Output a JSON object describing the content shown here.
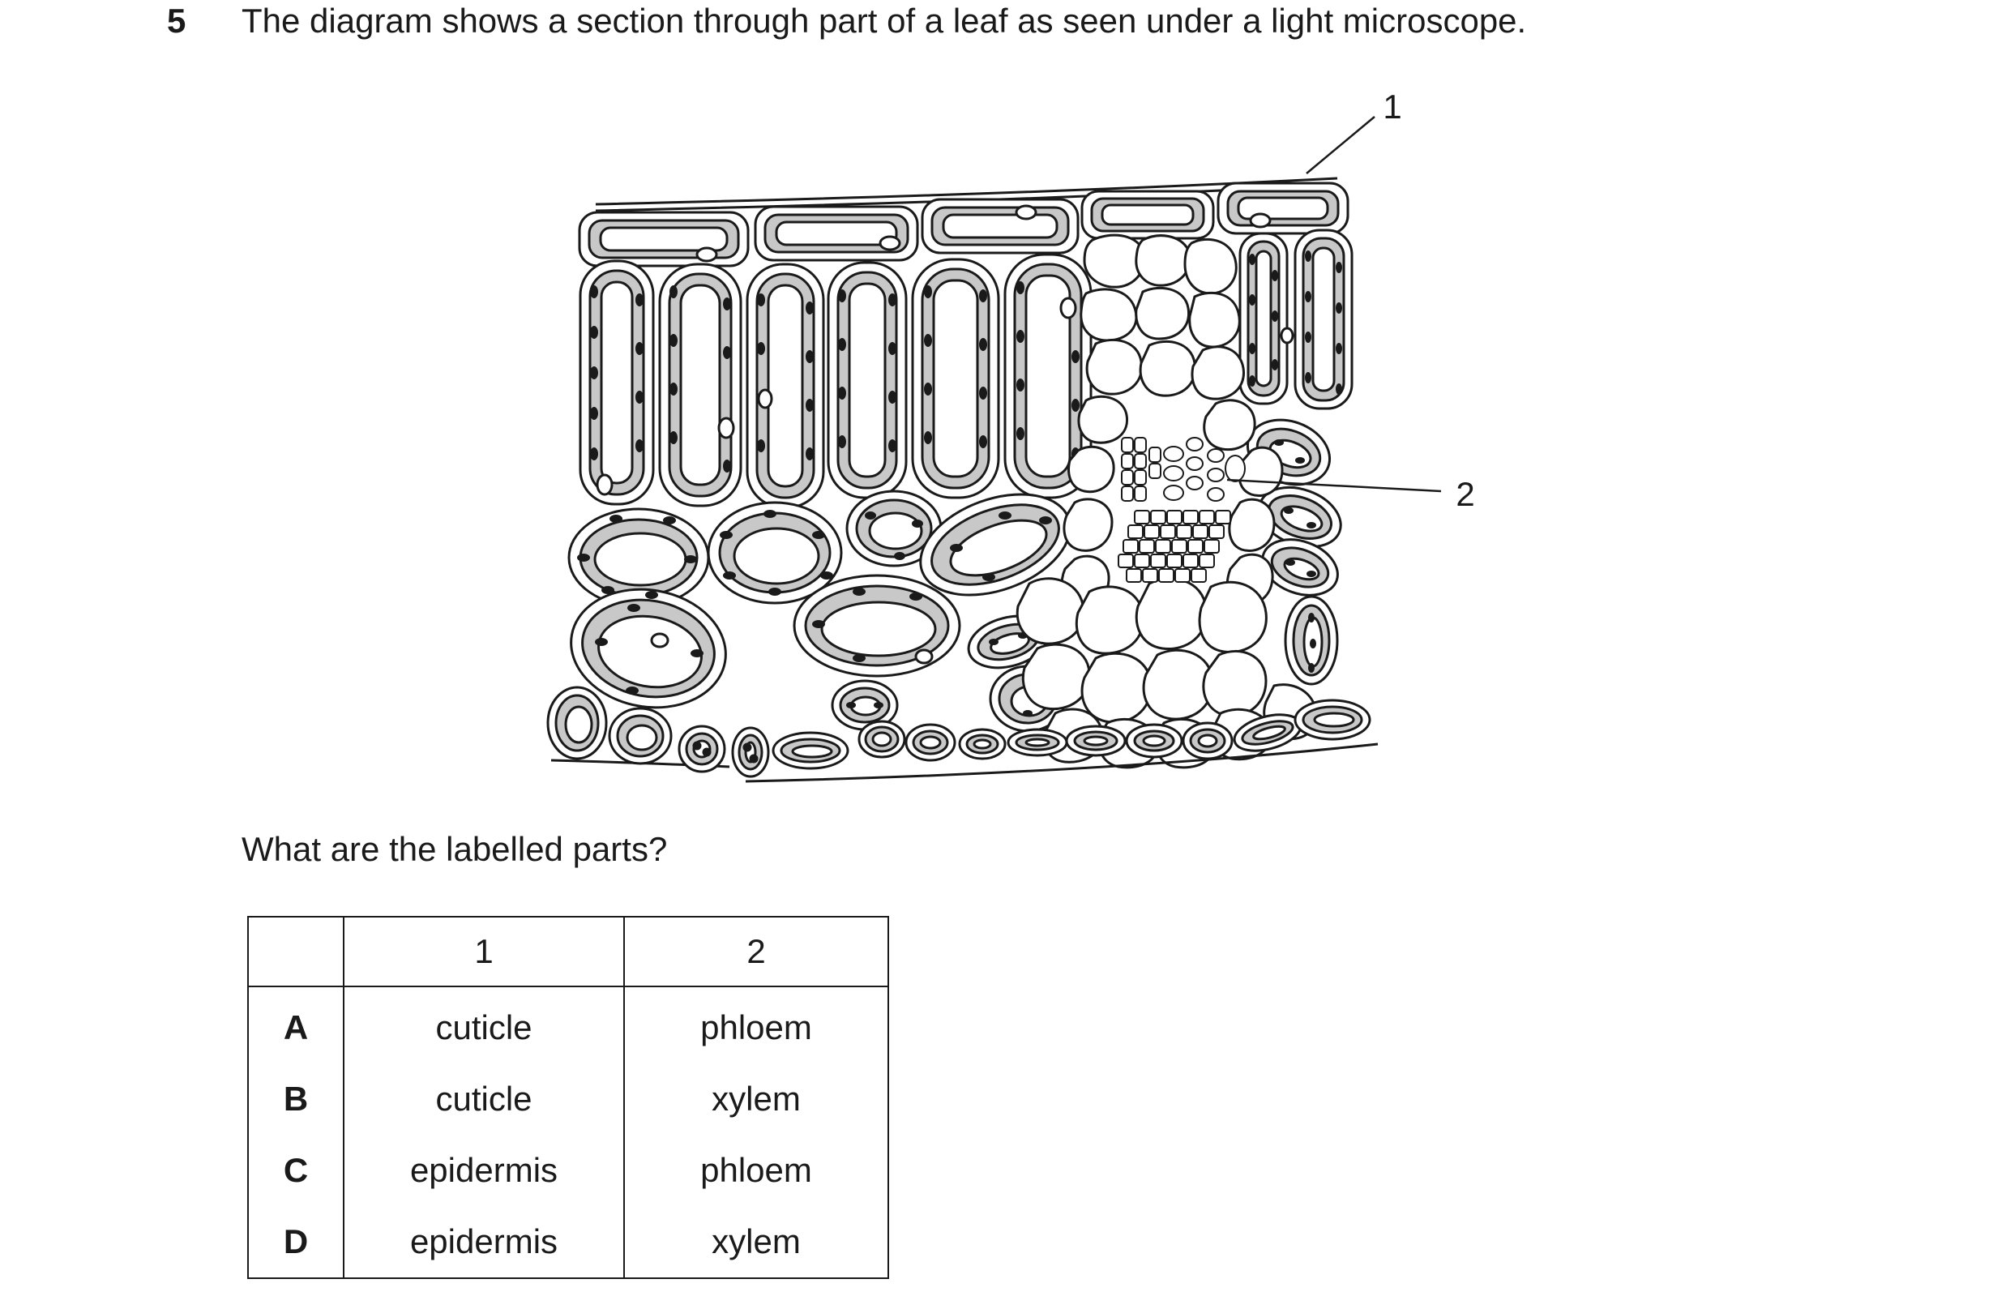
{
  "question": {
    "number": "5",
    "text": "The diagram shows a section through part of a leaf as seen under a light microscope.",
    "prompt": "What are the labelled parts?"
  },
  "diagram": {
    "labels": [
      "1",
      "2"
    ]
  },
  "table": {
    "headers": [
      "",
      "1",
      "2"
    ],
    "rows": [
      {
        "letter": "A",
        "part1": "cuticle",
        "part2": "phloem"
      },
      {
        "letter": "B",
        "part1": "cuticle",
        "part2": "xylem"
      },
      {
        "letter": "C",
        "part1": "epidermis",
        "part2": "phloem"
      },
      {
        "letter": "D",
        "part1": "epidermis",
        "part2": "xylem"
      }
    ]
  }
}
